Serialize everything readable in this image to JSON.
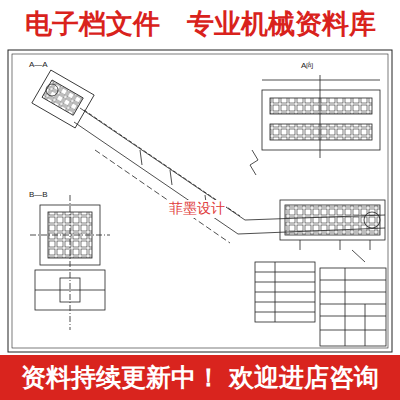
{
  "diagram": {
    "nodes": [
      {
        "text": [
          "电子档文件　专业机械资料库"
        ]
      },
      {
        "text": [
          "资料持续更新中！ 欢迎进店咨询"
        ]
      }
    ],
    "labels": [
      "A—A",
      "B—B",
      "A向",
      "菲墨设计"
    ]
  }
}
